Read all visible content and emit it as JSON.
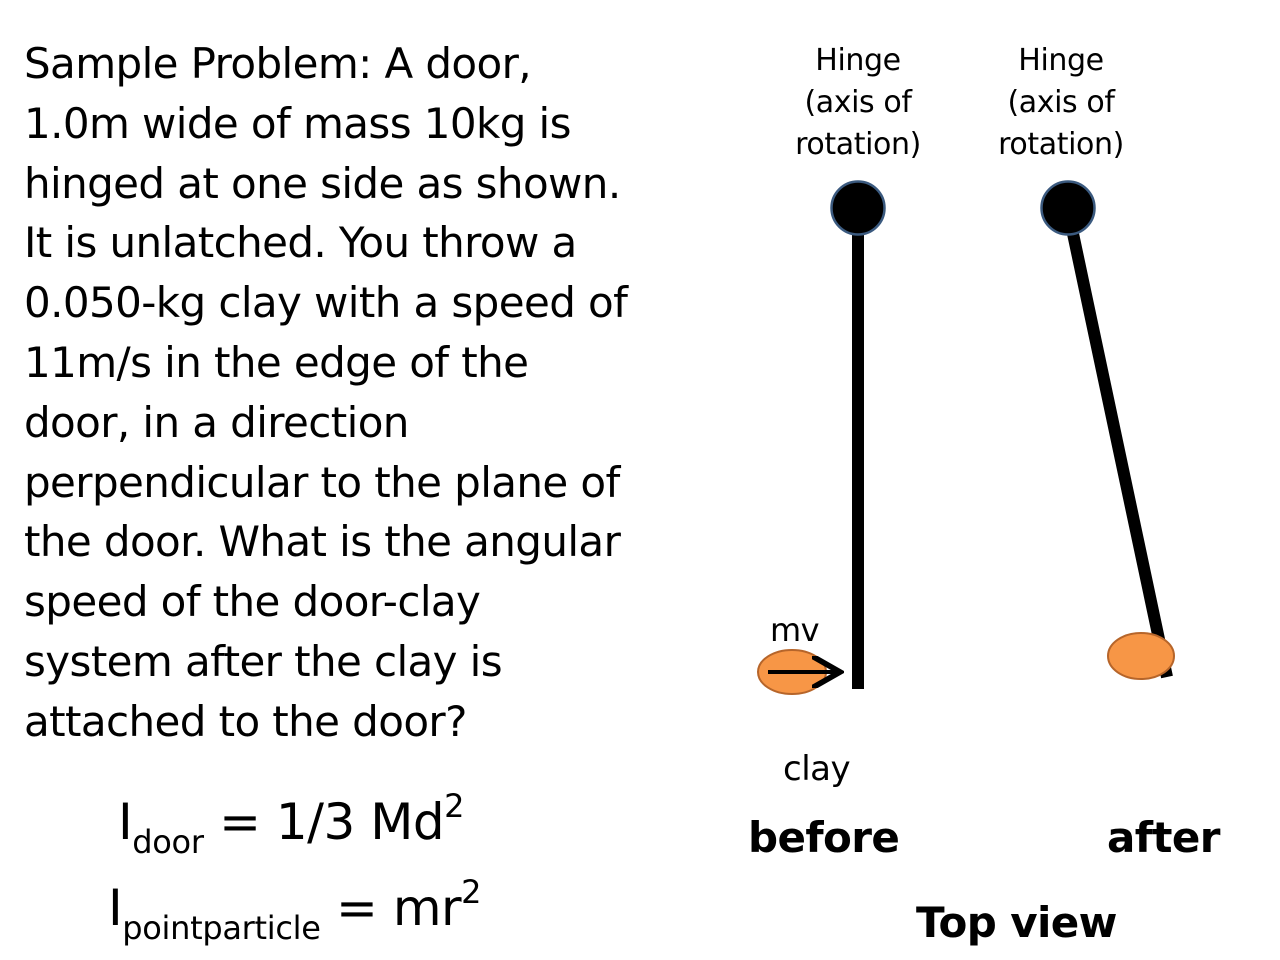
{
  "problem": {
    "lines": [
      "Sample Problem: A door,",
      "1.0m wide of mass 10kg is",
      "hinged at one side as shown.",
      "It is unlatched. You throw a",
      "0.050-kg clay with a speed of",
      "11m/s in the edge of the",
      "door, in a direction",
      "perpendicular to the plane of",
      "the door. What is the angular",
      "speed of the door-clay",
      "system after the clay is",
      "attached to the door?"
    ]
  },
  "formulas": {
    "door": {
      "symbol": "I",
      "subscript": "door",
      "rhs": " = 1/3 Md",
      "superscript": "2"
    },
    "point": {
      "symbol": "I",
      "subscript": "pointparticle",
      "rhs": " = mr",
      "superscript": "2"
    }
  },
  "diagram": {
    "hinge_label_before": [
      "Hinge",
      "(axis of",
      "rotation)"
    ],
    "hinge_label_after": [
      "Hinge",
      "(axis of",
      "rotation)"
    ],
    "momentum_label": "mv",
    "clay_label": "clay",
    "before_label": "before",
    "after_label": "after",
    "view_label": "Top view",
    "colors": {
      "hinge": "#000000",
      "hinge_outline": "#3b5a7f",
      "door": "#000000",
      "clay_fill": "#f79646",
      "clay_outline": "#b6652a",
      "arrow": "#000000"
    }
  }
}
